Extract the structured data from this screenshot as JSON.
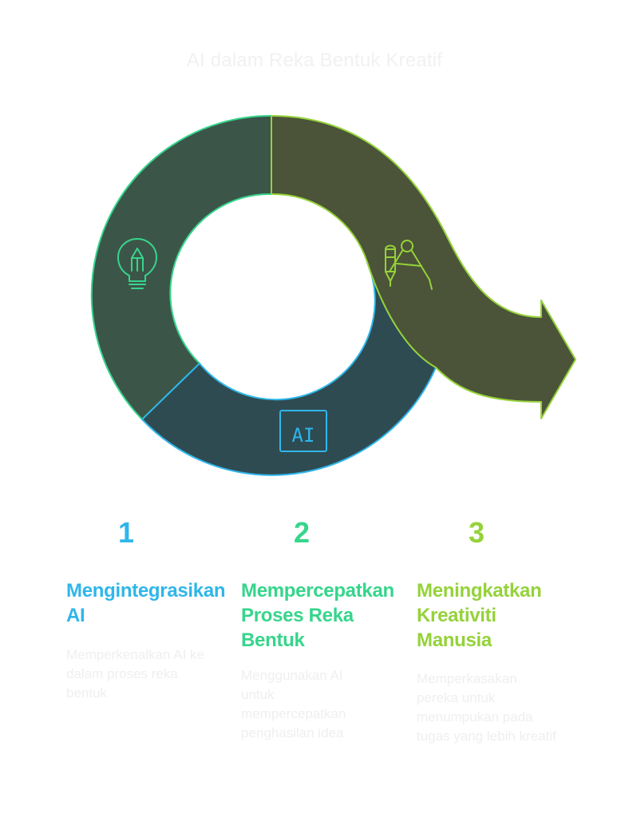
{
  "title": "AI dalam Reka Bentuk Kreatif",
  "colors": {
    "step1": "#2fb6ea",
    "step2": "#36d58c",
    "step3": "#95d23a",
    "seg_top_left": "#3c5549",
    "seg_bottom": "#2f4b52",
    "seg_arrow": "#4b5438"
  },
  "icons": {
    "step1": "ai-chip-icon",
    "step2": "lightbulb-pencil-icon",
    "step3": "drawing-tools-icon"
  },
  "icon_labels": {
    "ai_chip": "AI"
  },
  "steps": [
    {
      "number": "1",
      "title": "Mengintegrasikan AI",
      "description": "Memperkenalkan AI ke dalam proses reka bentuk"
    },
    {
      "number": "2",
      "title": "Mempercepatkan Proses Reka Bentuk",
      "description": "Menggunakan AI untuk mempercepatkan penghasilan idea"
    },
    {
      "number": "3",
      "title": "Meningkatkan Kreativiti Manusia",
      "description": "Memperkasakan pereka untuk menumpukan pada tugas yang lebih kreatif"
    }
  ]
}
